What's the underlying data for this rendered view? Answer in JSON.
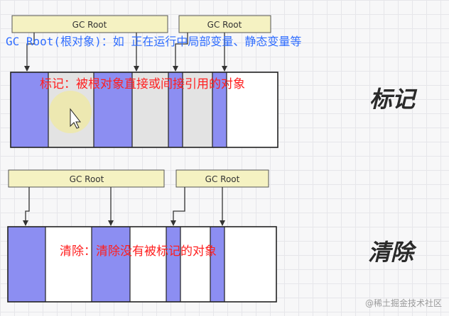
{
  "caption_gc_root": "GC Root(根对象)：如 正在运行中局部变量、静态变量等",
  "mark_section": {
    "roots": [
      "GC Root",
      "GC Root"
    ],
    "annotation": "标记：被根对象直接或间接引用的对象",
    "side_label": "标记"
  },
  "sweep_section": {
    "roots": [
      "GC Root",
      "GC Root"
    ],
    "annotation": "清除：清除没有被标记的对象",
    "side_label": "清除"
  },
  "watermark": "@稀土掘金技术社区",
  "colors": {
    "referenced_object": "#8c8ef2",
    "unreferenced_object": "#e3e3e3",
    "free_space": "#ffffff",
    "annotation_red": "#ff1f1f",
    "caption_blue": "#2f6dff",
    "gc_root_box": "#f5f2c2"
  }
}
